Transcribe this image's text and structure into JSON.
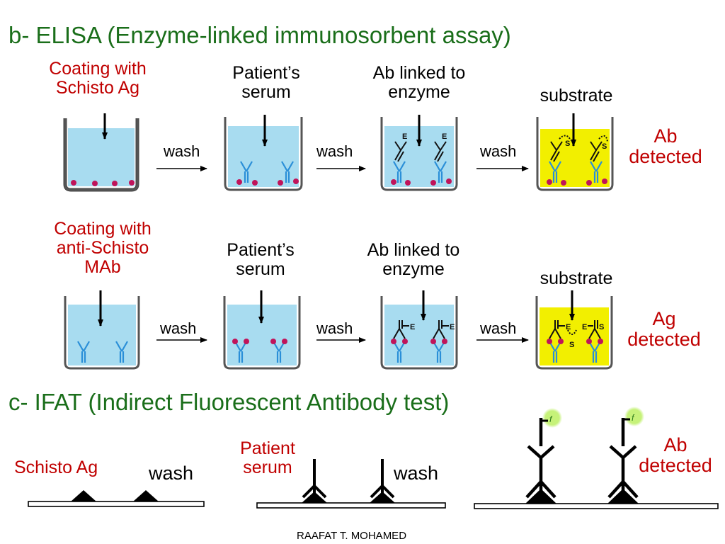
{
  "elisa": {
    "title": "b- ELISA (Enzyme-linked immunosorbent assay)",
    "row1": {
      "step1": [
        "Coating with",
        "Schisto Ag"
      ],
      "step2": [
        "Patient’s",
        "serum"
      ],
      "step3": [
        "Ab linked to",
        "enzyme"
      ],
      "step4": "substrate",
      "result": [
        "Ab",
        "detected"
      ],
      "wash": [
        "wash",
        "wash",
        "wash"
      ]
    },
    "row2": {
      "step1": [
        "Coating with",
        "anti-Schisto",
        "MAb"
      ],
      "step2": [
        "Patient’s",
        "serum"
      ],
      "step3": [
        "Ab linked to",
        "enzyme"
      ],
      "step4": "substrate",
      "result": [
        "Ag",
        "detected"
      ],
      "wash": [
        "wash",
        "wash",
        "wash"
      ]
    }
  },
  "ifat": {
    "title": "c- IFAT (Indirect Fluorescent Antibody test)",
    "step1": "Schisto Ag",
    "step2": [
      "Patient",
      "serum"
    ],
    "wash": [
      "wash",
      "wash"
    ],
    "result": [
      "Ab",
      "detected"
    ]
  },
  "footer": "RAAFAT T. MOHAMED",
  "colors": {
    "heading": "#1a6e1a",
    "label_red": "#c00000",
    "well_fluid": "#a8dcf0",
    "substrate_fluid": "#f2ef00",
    "antigen_dot": "#c0145a",
    "antibody": "#2a8fd8",
    "fluorescent_glow": "#bff06a"
  },
  "labels_in_art": {
    "enzyme": "E",
    "substrate": "S",
    "fluorochrome": "f"
  }
}
